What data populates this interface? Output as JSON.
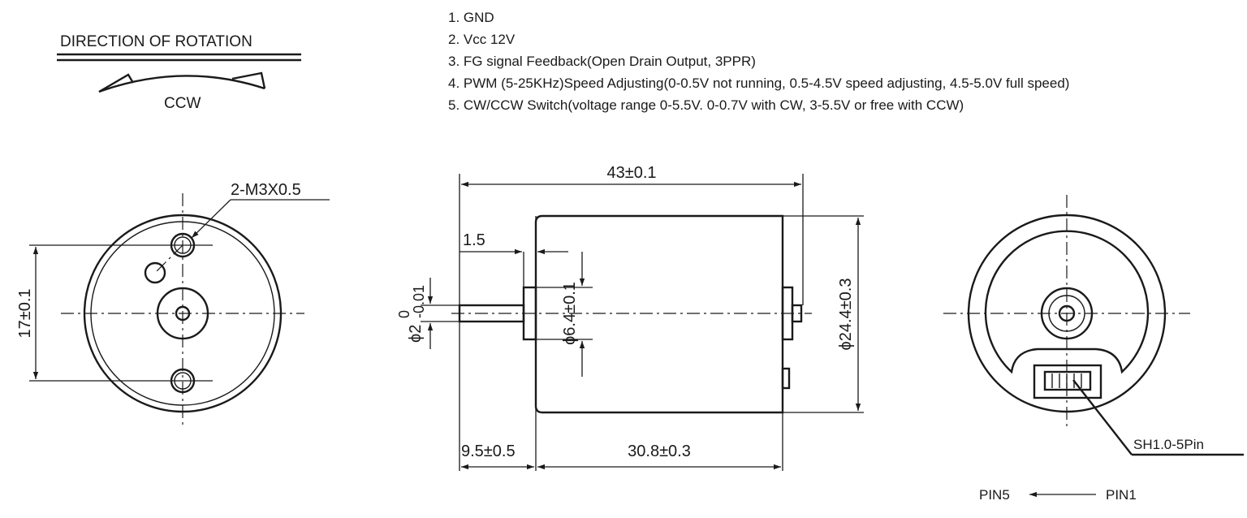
{
  "rotation": {
    "title": "DIRECTION OF ROTATION",
    "direction": "CCW"
  },
  "pins": [
    "1. GND",
    "2. Vcc 12V",
    "3. FG signal Feedback(Open Drain Output, 3PPR)",
    "4. PWM (5-25KHz)Speed Adjusting(0-0.5V not running, 0.5-4.5V speed adjusting, 4.5-5.0V full speed)",
    "5. CW/CCW Switch(voltage range 0-5.5V. 0-0.7V with CW, 3-5.5V or free with CCW)"
  ],
  "front_view": {
    "hole_callout": "2-M3X0.5",
    "hole_spacing": "17±0.1"
  },
  "side_view": {
    "overall_length": "43±0.1",
    "boss_length": "1.5",
    "shaft_diameter": "ϕ2",
    "shaft_tol_upper": "0",
    "shaft_tol_lower": "-0.01",
    "boss_diameter": "ϕ6.4±0.1",
    "body_diameter": "ϕ24.4±0.3",
    "shaft_length": "9.5±0.5",
    "body_length": "30.8±0.3"
  },
  "rear_view": {
    "connector": "SH1.0-5Pin",
    "pin_start": "PIN1",
    "pin_end": "PIN5"
  }
}
